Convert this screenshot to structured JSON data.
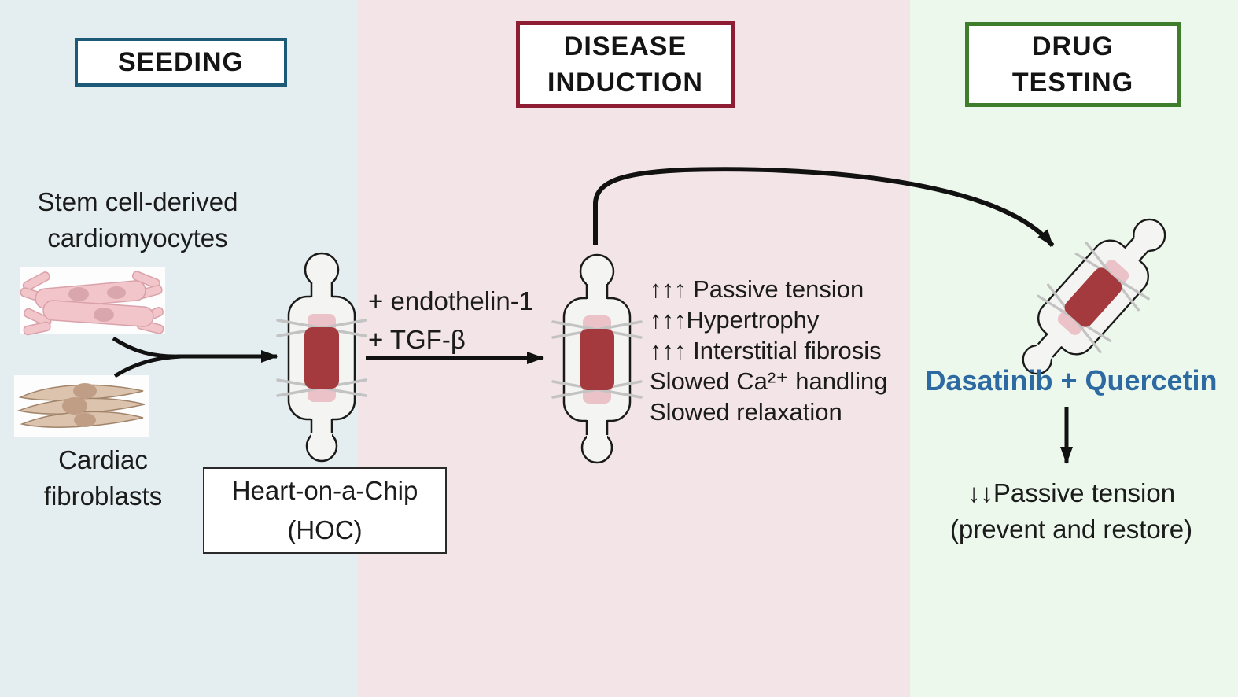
{
  "figure": {
    "type": "workflow-diagram",
    "description_visible_stages": 3
  },
  "seeding": {
    "header": "SEEDING",
    "cardiomyocytes_label_line1": "Stem cell-derived",
    "cardiomyocytes_label_line2": "cardiomyocytes",
    "fibroblasts_label_line1": "Cardiac",
    "fibroblasts_label_line2": "fibroblasts",
    "chip_label_line1": "Heart-on-a-Chip",
    "chip_label_line2": "(HOC)"
  },
  "induction": {
    "header_line1": "DISEASE",
    "header_line2": "INDUCTION",
    "reagent1": "+ endothelin-1",
    "reagent2": "+ TGF-β",
    "effects": [
      "↑↑↑ Passive tension",
      "↑↑↑Hypertrophy",
      "↑↑↑ Interstitial fibrosis",
      "Slowed Ca²⁺ handling",
      "Slowed relaxation"
    ]
  },
  "drug_testing": {
    "header_line1": "DRUG",
    "header_line2": "TESTING",
    "treatment": "Dasatinib + Quercetin",
    "outcome_line1": "↓↓Passive tension",
    "outcome_line2": "(prevent and restore)"
  },
  "colors": {
    "seeding_panel_bg": "#e4edef",
    "induction_panel_bg": "#f2e4e7",
    "drug_panel_bg": "#edf8ec",
    "seeding_border": "#1d5a78",
    "induction_border": "#8e1c32",
    "drug_border": "#3d7d2c",
    "treatment_text": "#2d6aa2",
    "tissue_red": "#a43a3d",
    "tissue_tab_pink": "#eac2c8"
  }
}
